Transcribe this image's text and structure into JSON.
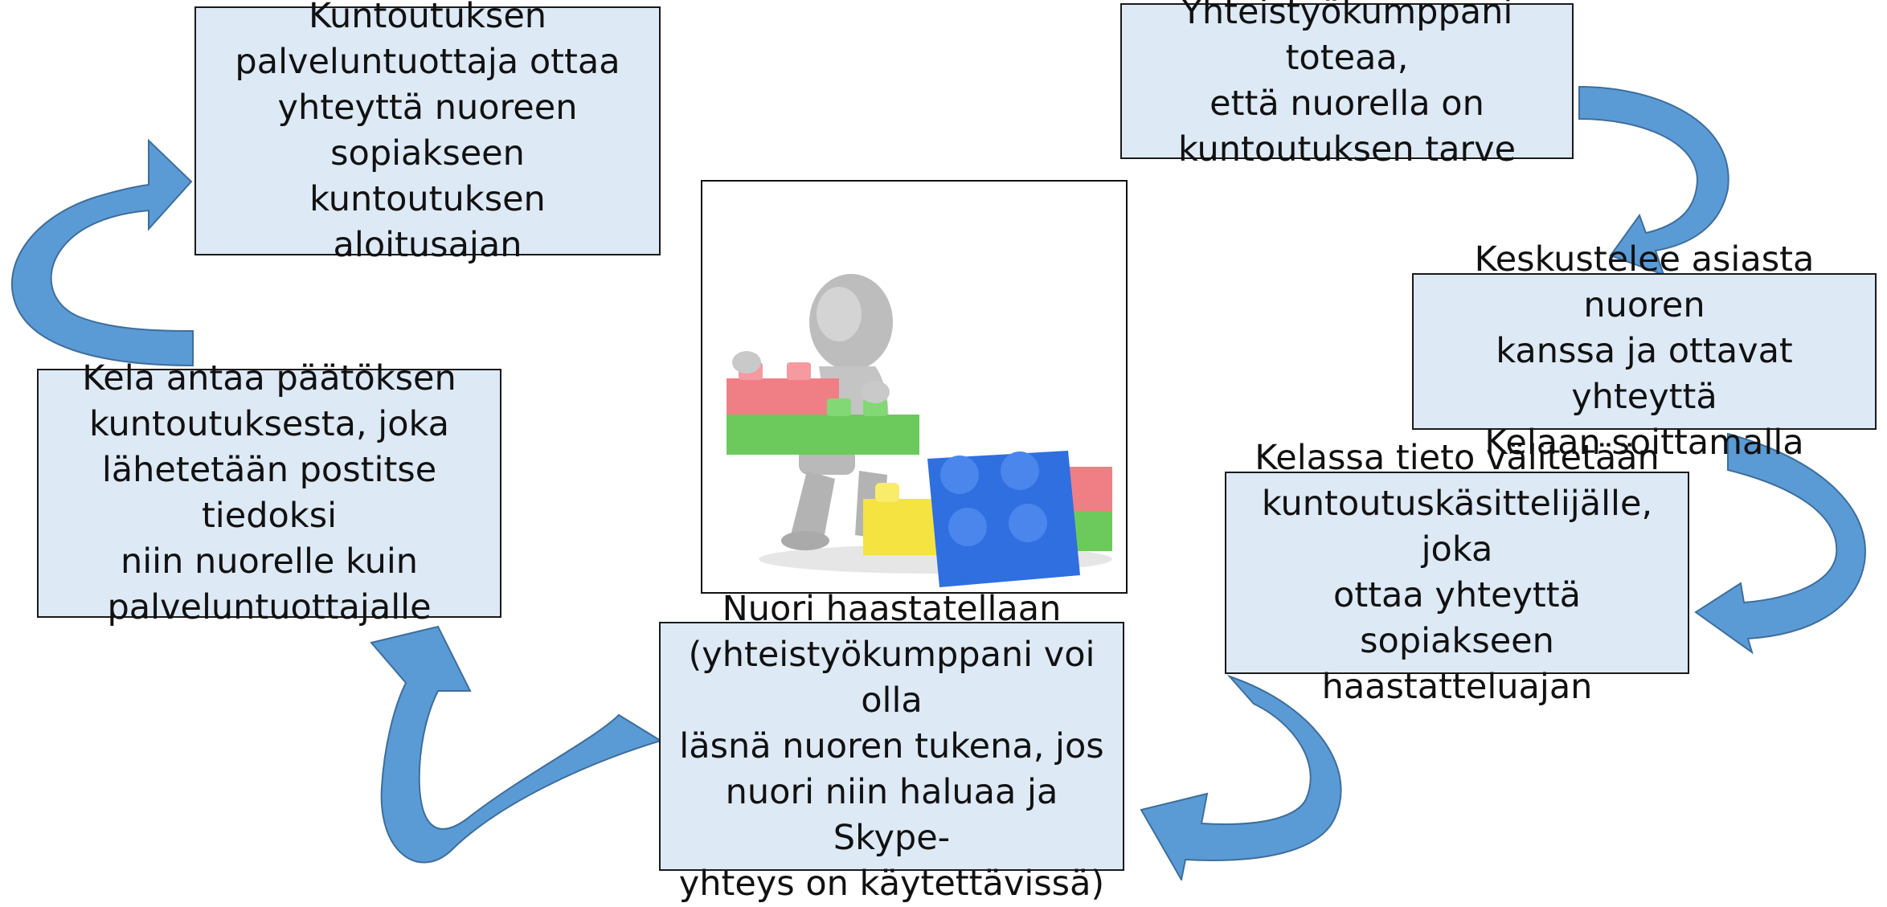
{
  "colors": {
    "box_fill": "#dde9f5",
    "box_border": "#1a1a1a",
    "arrow_light": "#5b9bd5",
    "arrow_dark": "#3e6e9c"
  },
  "steps": [
    {
      "text": "Yhteistyökumppani toteaa,\nettä nuorella on\nkuntoutuksen tarve"
    },
    {
      "text": "Keskustelee asiasta nuoren\nkanssa ja ottavat yhteyttä\nKelaan soittamalla"
    },
    {
      "text": "Kelassa tieto välitetään\nkuntoutuskäsittelijälle, joka\nottaa yhteyttä sopiakseen\nhaastatteluajan"
    },
    {
      "text": "Nuori haastatellaan\n(yhteistyökumppani voi olla\nläsnä nuoren tukena, jos\nnuori niin haluaa ja Skype-\nyhteys on käytettävissä)"
    },
    {
      "text": "Kela antaa päätöksen\nkuntoutuksesta, joka\nlähetetään postitse tiedoksi\nniin nuorelle kuin\npalveluntuottajalle"
    },
    {
      "text": "Kuntoutuksen\npalveluntuottaja ottaa\nyhteyttä nuoreen\nsopiakseen kuntoutuksen\naloitusajan"
    }
  ],
  "center_image": {
    "icon": "figure-building-with-toy-bricks"
  }
}
